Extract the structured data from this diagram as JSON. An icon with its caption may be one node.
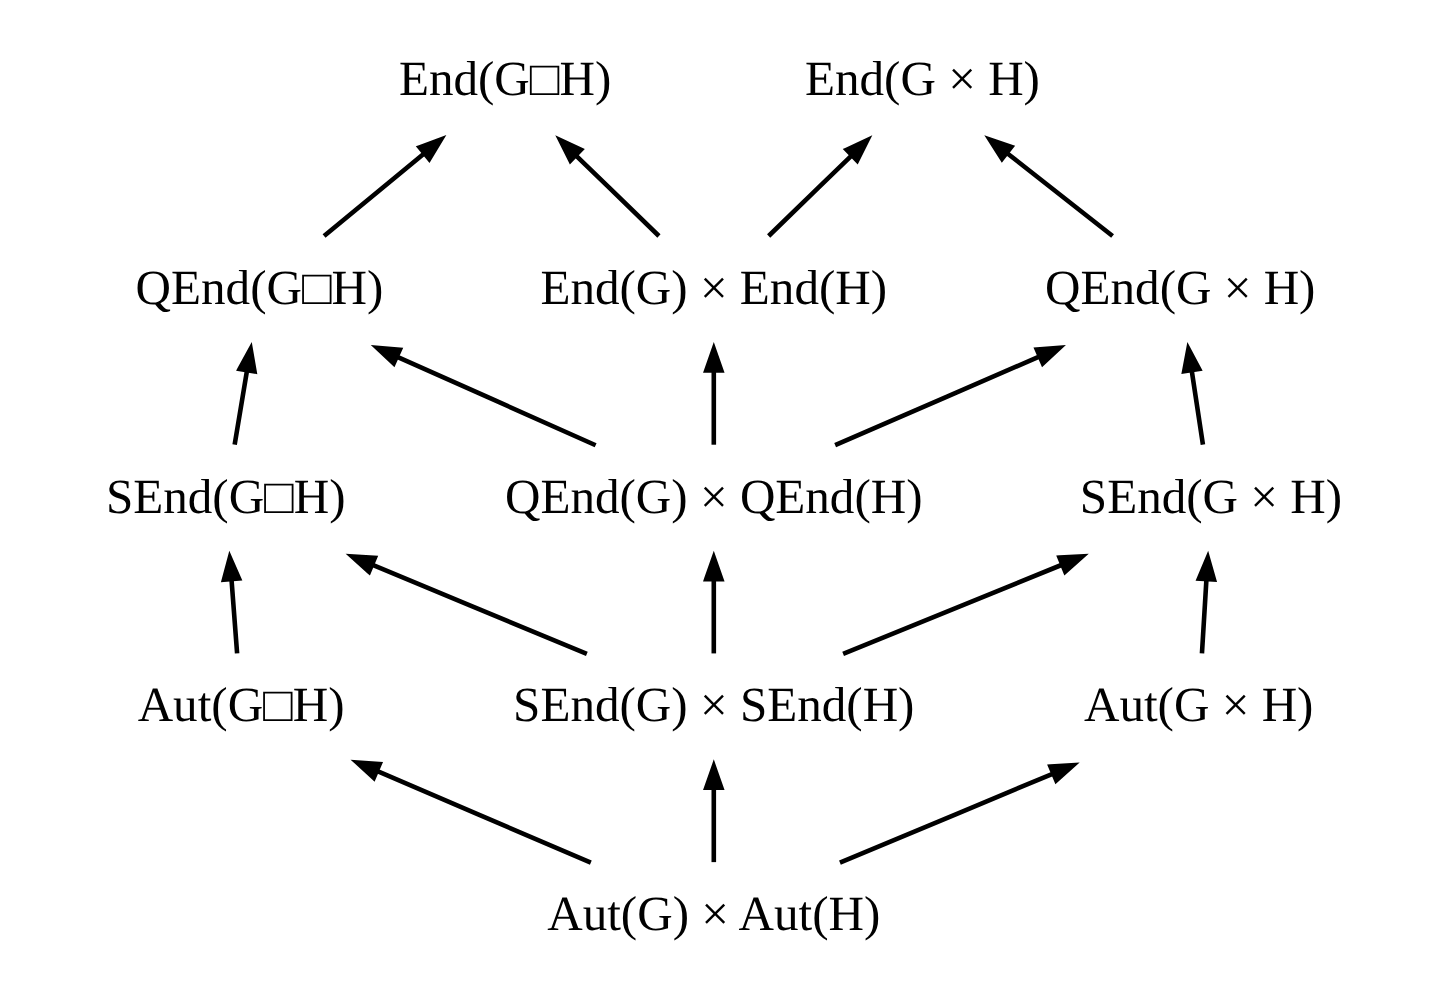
{
  "diagram": {
    "nodes": [
      {
        "text": [
          "End(G□H)"
        ]
      },
      {
        "text": [
          "End(G × H)"
        ]
      },
      {
        "text": [
          "End(G) × End(H)"
        ]
      },
      {
        "text": [
          "QEnd(G□H)"
        ]
      },
      {
        "text": [
          "QEnd(G × H)"
        ]
      },
      {
        "text": [
          "QEnd(G) × QEnd(H)"
        ]
      },
      {
        "text": [
          "SEnd(G□H)"
        ]
      },
      {
        "text": [
          "SEnd(G × H)"
        ]
      },
      {
        "text": [
          "SEnd(G) × SEnd(H)"
        ]
      },
      {
        "text": [
          "Aut(G□H)"
        ]
      },
      {
        "text": [
          "Aut(G × H)"
        ]
      },
      {
        "text": [
          "Aut(G) × Aut(H)"
        ]
      }
    ],
    "edges": [
      {
        "from": 2,
        "to": 0,
        "arrow": "to"
      },
      {
        "from": 2,
        "to": 1,
        "arrow": "to"
      },
      {
        "from": 3,
        "to": 0,
        "arrow": "to"
      },
      {
        "from": 4,
        "to": 1,
        "arrow": "to"
      },
      {
        "from": 5,
        "to": 2,
        "arrow": "to"
      },
      {
        "from": 5,
        "to": 3,
        "arrow": "to"
      },
      {
        "from": 5,
        "to": 4,
        "arrow": "to"
      },
      {
        "from": 6,
        "to": 3,
        "arrow": "to"
      },
      {
        "from": 7,
        "to": 4,
        "arrow": "to"
      },
      {
        "from": 8,
        "to": 5,
        "arrow": "to"
      },
      {
        "from": 8,
        "to": 6,
        "arrow": "to"
      },
      {
        "from": 8,
        "to": 7,
        "arrow": "to"
      },
      {
        "from": 9,
        "to": 6,
        "arrow": "to"
      },
      {
        "from": 10,
        "to": 7,
        "arrow": "to"
      },
      {
        "from": 11,
        "to": 8,
        "arrow": "to"
      },
      {
        "from": 11,
        "to": 9,
        "arrow": "to"
      },
      {
        "from": 11,
        "to": 10,
        "arrow": "to"
      }
    ]
  }
}
